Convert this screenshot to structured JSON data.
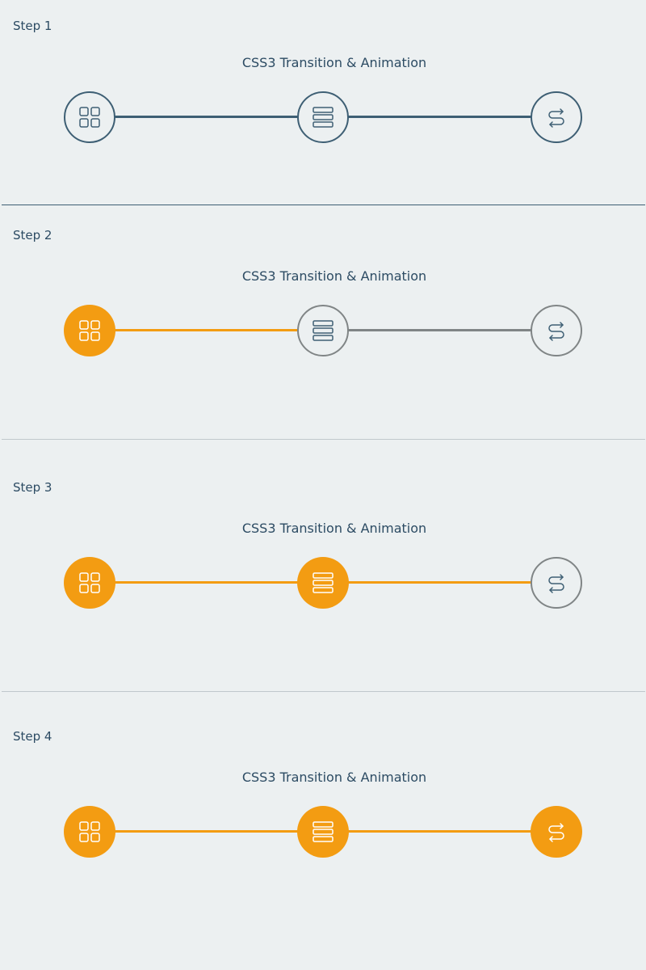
{
  "colors": {
    "background": "#ecf0f1",
    "primary_dark": "#3e5f74",
    "inactive_gray": "#808586",
    "active_orange": "#f39c12"
  },
  "steps": [
    {
      "label": "Step 1",
      "title": "CSS3  Transition & Animation",
      "nodes": [
        {
          "icon": "grid-icon",
          "state": "outline-dark"
        },
        {
          "icon": "list-icon",
          "state": "outline-dark"
        },
        {
          "icon": "loop-arrows-icon",
          "state": "outline-dark"
        }
      ],
      "lines": [
        "dark",
        "dark"
      ]
    },
    {
      "label": "Step 2",
      "title": "CSS3  Transition & Animation",
      "nodes": [
        {
          "icon": "grid-icon",
          "state": "active"
        },
        {
          "icon": "list-icon",
          "state": "outline-gray"
        },
        {
          "icon": "loop-arrows-icon",
          "state": "outline-gray"
        }
      ],
      "lines": [
        "orange",
        "gray"
      ]
    },
    {
      "label": "Step 3",
      "title": "CSS3  Transition & Animation",
      "nodes": [
        {
          "icon": "grid-icon",
          "state": "active"
        },
        {
          "icon": "list-icon",
          "state": "active"
        },
        {
          "icon": "loop-arrows-icon",
          "state": "outline-gray"
        }
      ],
      "lines": [
        "orange",
        "orange"
      ]
    },
    {
      "label": "Step 4",
      "title": "CSS3  Transition & Animation",
      "nodes": [
        {
          "icon": "grid-icon",
          "state": "active"
        },
        {
          "icon": "list-icon",
          "state": "active"
        },
        {
          "icon": "loop-arrows-icon",
          "state": "active"
        }
      ],
      "lines": [
        "orange",
        "orange"
      ]
    }
  ]
}
